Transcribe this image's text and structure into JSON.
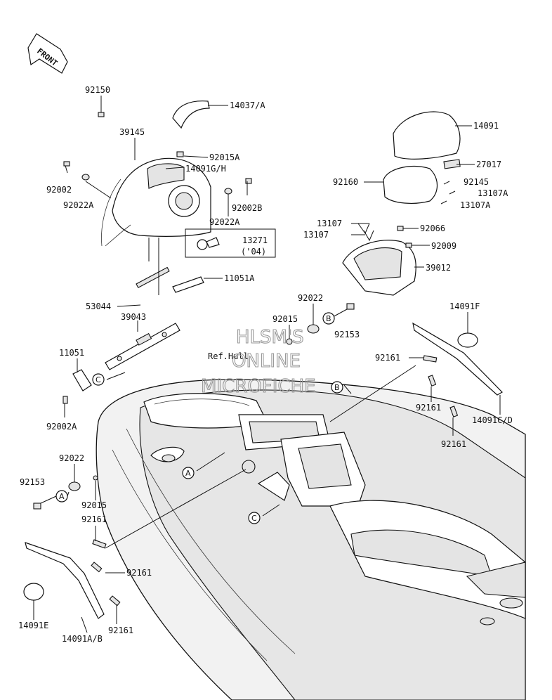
{
  "labels": {
    "front": "FRONT",
    "p92150": "92150",
    "p14037A": "14037/A",
    "p39145": "39145",
    "p92015A": "92015A",
    "p14091GH": "14091G/H",
    "p92002": "92002",
    "p92022A_left": "92022A",
    "p92002B": "92002B",
    "p92022A_right": "92022A",
    "p13271": "13271",
    "p04": "('04)",
    "p11051A": "11051A",
    "p53044": "53044",
    "p39043": "39043",
    "p11051": "11051",
    "p92002A": "92002A",
    "p14091": "14091",
    "p27017": "27017",
    "p92160": "92160",
    "p92145": "92145",
    "p13107A_1": "13107A",
    "p13107A_2": "13107A",
    "p13107_1": "13107",
    "p13107_2": "13107",
    "p92066": "92066",
    "p92009": "92009",
    "p39012": "39012",
    "p92022_mid": "92022",
    "p92015_mid": "92015",
    "p92153_mid": "92153",
    "p14091F": "14091F",
    "p92161_r1": "92161",
    "p92161_r2": "92161",
    "p92161_r3": "92161",
    "p14091CD": "14091C/D",
    "refHull": "Ref.Hull",
    "p92022_left": "92022",
    "p92153_left": "92153",
    "p92015_left": "92015",
    "p92161_l1": "92161",
    "p92161_l2": "92161",
    "p92161_l3": "92161",
    "p14091E": "14091E",
    "p14091AB": "14091A/B"
  },
  "refs": {
    "a": "A",
    "b": "B",
    "c": "C"
  },
  "watermark": {
    "line1": "HLSM'S",
    "line2": "ONLINE",
    "line3": "MICROFICHE"
  }
}
